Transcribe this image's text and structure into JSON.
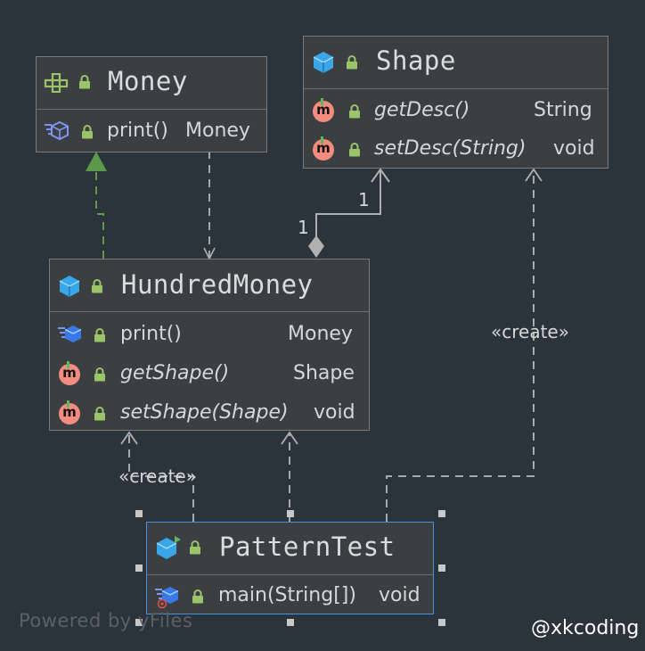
{
  "diagram": {
    "classes": {
      "money": {
        "name": "Money",
        "kind": "interface",
        "methods": [
          {
            "name": "print()",
            "returns": "Money",
            "italic": false
          }
        ]
      },
      "shape": {
        "name": "Shape",
        "kind": "class",
        "methods": [
          {
            "name": "getDesc()",
            "returns": "String",
            "italic": true
          },
          {
            "name": "setDesc(String)",
            "returns": "void",
            "italic": true
          }
        ]
      },
      "hundred": {
        "name": "HundredMoney",
        "kind": "class",
        "methods": [
          {
            "name": "print()",
            "returns": "Money",
            "italic": false
          },
          {
            "name": "getShape()",
            "returns": "Shape",
            "italic": true
          },
          {
            "name": "setShape(Shape)",
            "returns": "void",
            "italic": true
          }
        ]
      },
      "pattern": {
        "name": "PatternTest",
        "kind": "class",
        "methods": [
          {
            "name": "main(String[])",
            "returns": "void",
            "italic": false
          }
        ]
      }
    },
    "labels": {
      "mult_shape": "1",
      "mult_hundred": "1",
      "create_right": "«create»",
      "create_left": "«create»"
    },
    "watermark": "Powered by yFiles",
    "credit": "@xkcoding"
  },
  "colors": {
    "background": "#2b343b",
    "class_fill": "#3c3f41",
    "class_border": "#7a7a7a",
    "selected_border": "#4a90e2",
    "realization": "#5a9a4a",
    "dependency": "#a9a9a9",
    "method_icon": "#f28c7e",
    "class_icon": "#3aa6e8",
    "lock": "#9bc46a"
  }
}
